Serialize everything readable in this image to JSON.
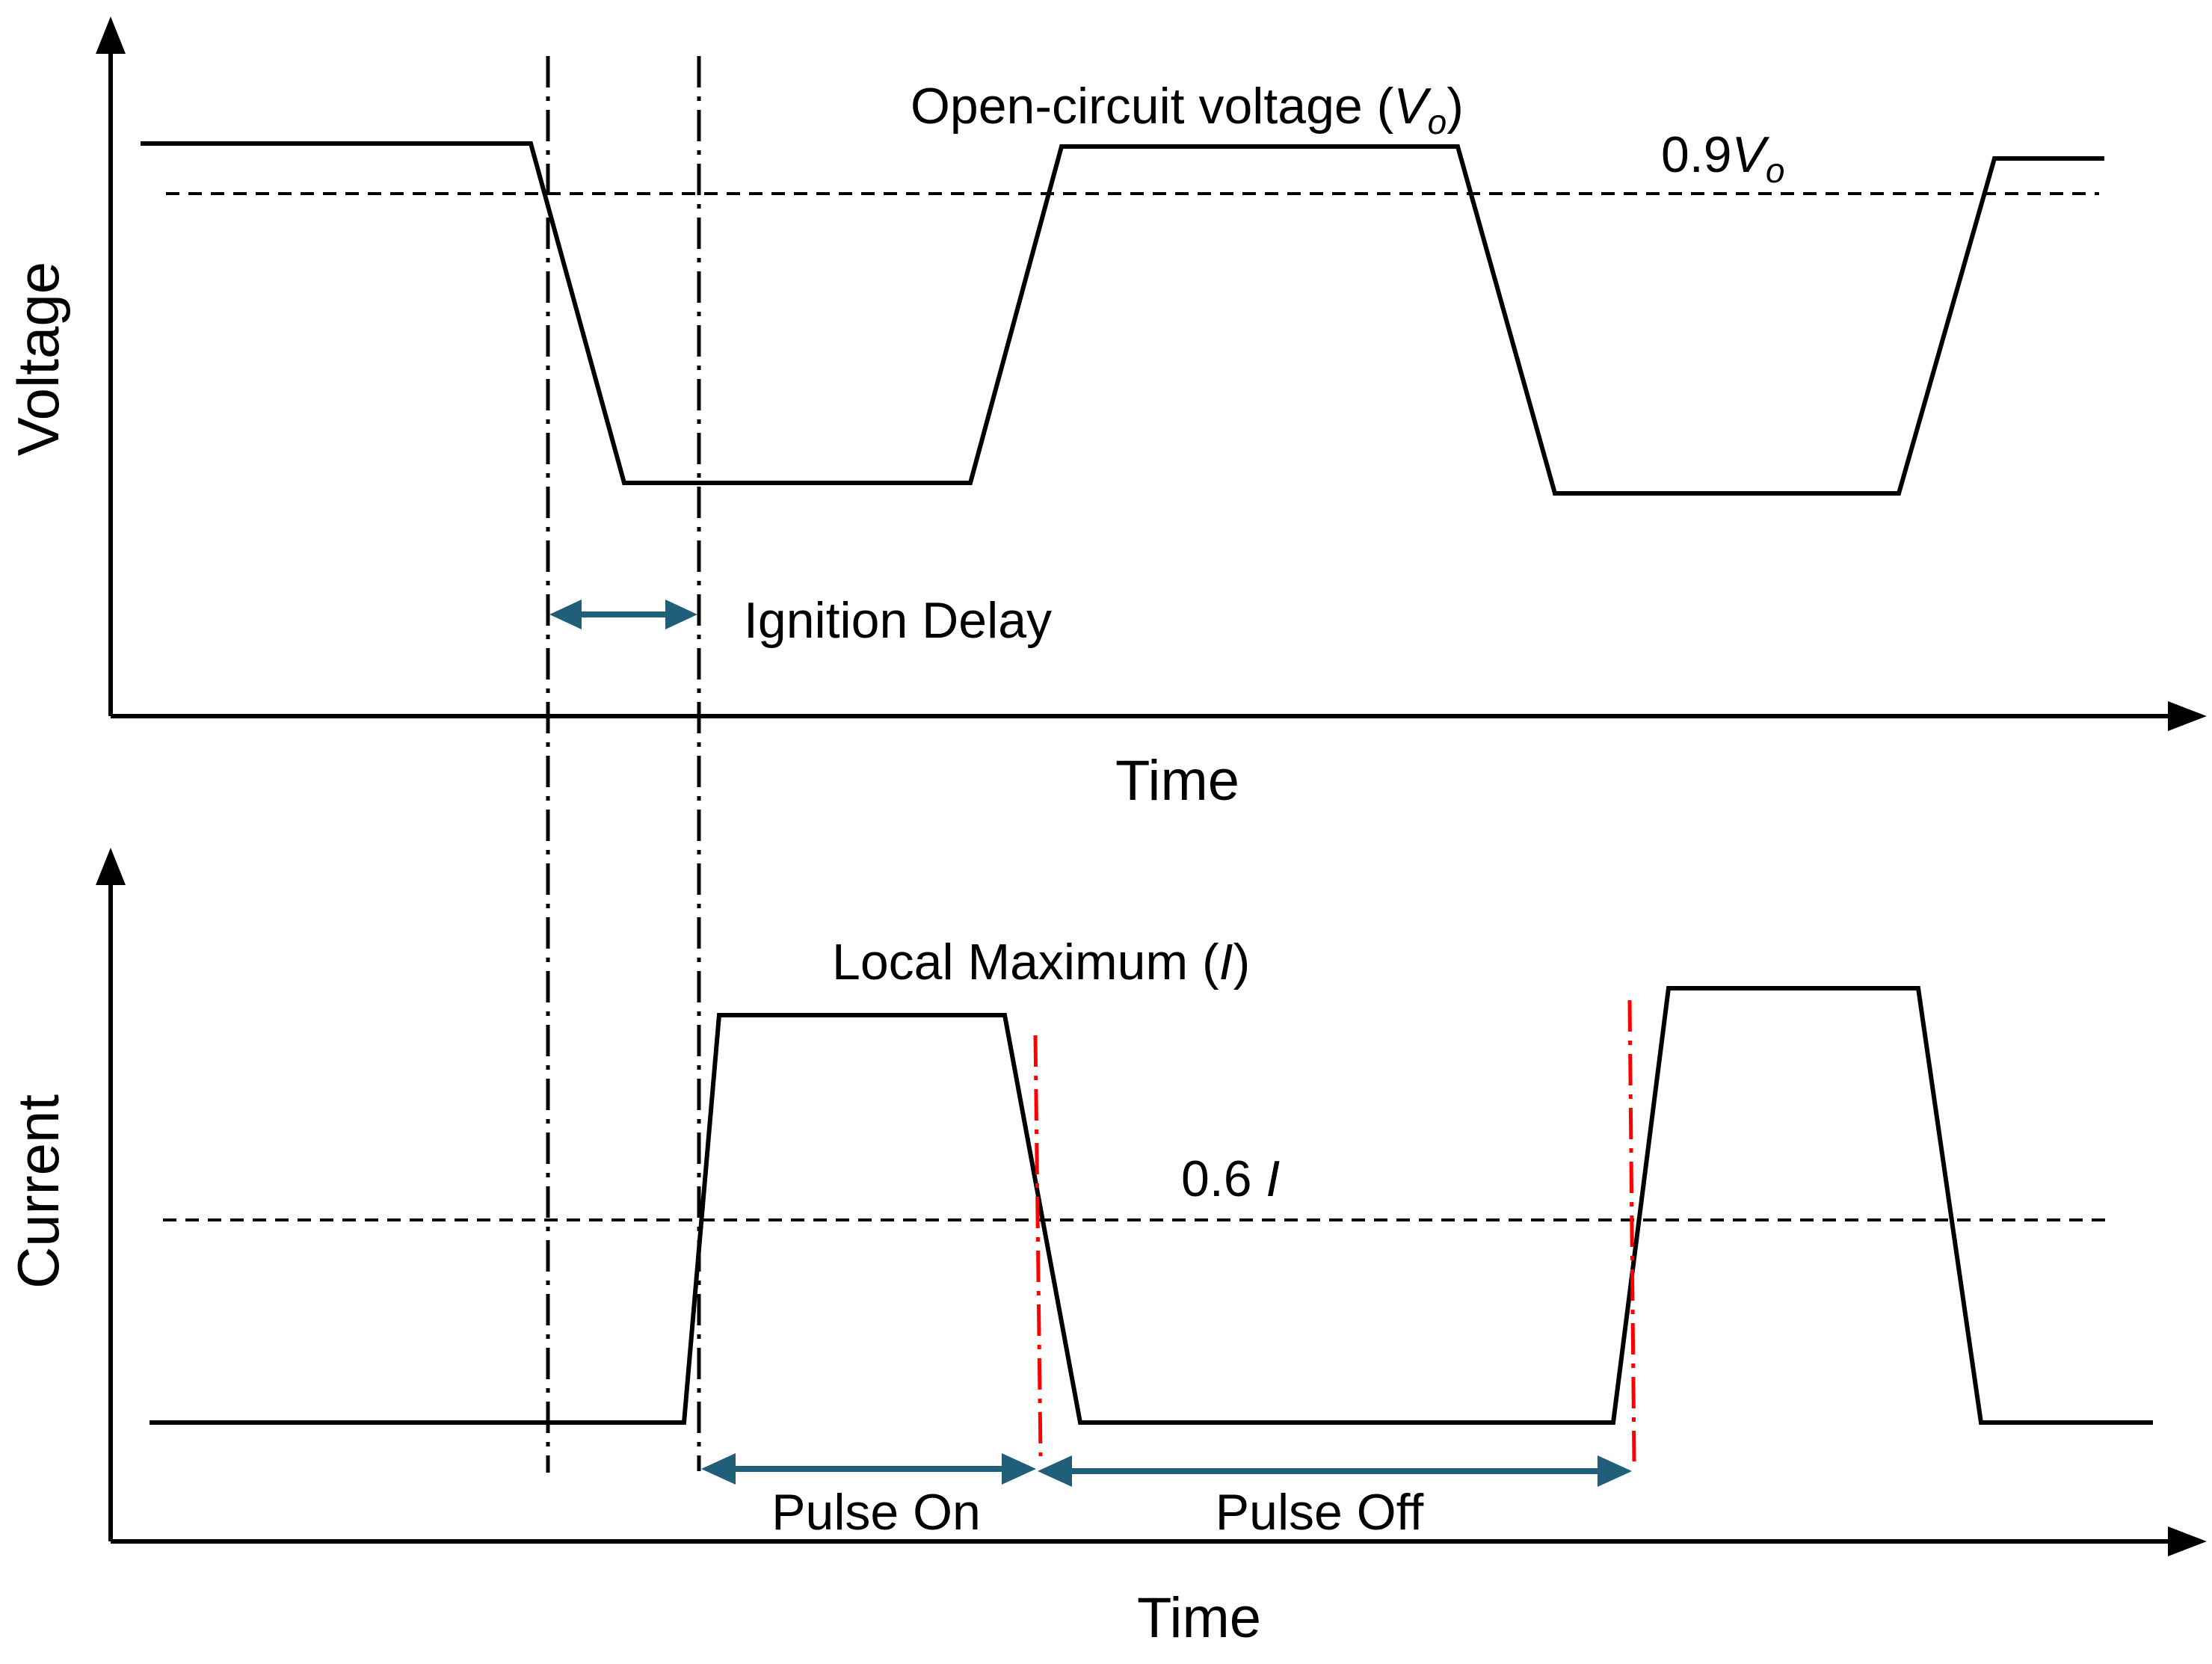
{
  "colors": {
    "waveform": "#000000",
    "threshold_line": "#000000",
    "span_arrow": "#1f5f7a",
    "red_marker": "#ff0000",
    "background": "#ffffff"
  },
  "voltage_panel": {
    "ylabel": "Voltage",
    "xlabel": "Time",
    "open_circuit_label": {
      "prefix": "Open-circuit voltage (",
      "symbol": "V",
      "subscript": "o",
      "suffix": ")"
    },
    "threshold_label": {
      "prefix": "0.9",
      "symbol": "V",
      "subscript": "o"
    },
    "ignition_delay_label": "Ignition Delay"
  },
  "current_panel": {
    "ylabel": "Current",
    "xlabel": "Time",
    "local_max_label": {
      "prefix": "Local Maximum (",
      "symbol": "I",
      "suffix": ")"
    },
    "threshold_label": {
      "prefix": "0.6 ",
      "symbol": "I"
    },
    "pulse_on_label": "Pulse On",
    "pulse_off_label": "Pulse Off"
  }
}
